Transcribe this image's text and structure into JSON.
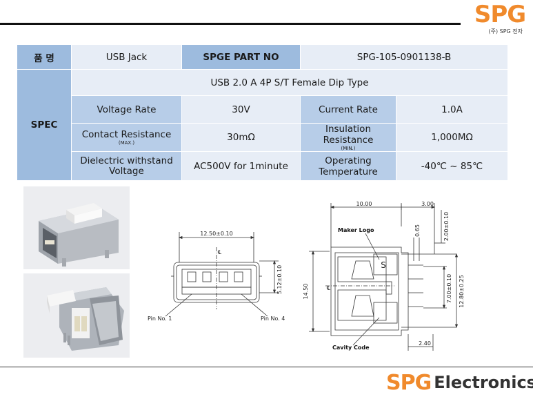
{
  "brand": {
    "logo_mark": "SPG",
    "logo_sub": "(주) SPG 전자",
    "footer_word": "Electronics"
  },
  "spec_table": {
    "product_label": "품   명",
    "product_value": "USB Jack",
    "part_no_label": "SPGE PART NO",
    "part_no_value": "SPG-105-0901138-B",
    "spec_label": "SPEC",
    "type_desc": "USB 2.0 A 4P S/T Female Dip Type",
    "rows": [
      {
        "l1": "Voltage Rate",
        "s1": "",
        "v1": "30V",
        "l2": "Current Rate",
        "s2": "",
        "v2": "1.0A"
      },
      {
        "l1": "Contact Resistance",
        "s1": "(MAX.)",
        "v1": "30mΩ",
        "l2": "Insulation Resistance",
        "s2": "(MIN.)",
        "v2": "1,000MΩ"
      },
      {
        "l1": "Dielectric withstand Voltage",
        "s1": "",
        "v1": "AC500V for 1minute",
        "l2": "Operating Temperature",
        "s2": "",
        "v2": "-40℃ ~ 85℃"
      }
    ]
  },
  "front_drawing": {
    "width_dim": "12.50±0.10",
    "height_dim": "5.12±0.10",
    "pin1_label": "Pin No. 1",
    "pin4_label": "Pin No. 4",
    "center_mark": "℄"
  },
  "side_drawing": {
    "dim_top_a": "10.00",
    "dim_top_b": "3.00",
    "dim_v_a": "0.65",
    "dim_v_b": "2.00±0.10",
    "dim_v_c": "7.00±0.10",
    "dim_v_d": "12.80±0.25",
    "dim_left": "14.50",
    "dim_bottom": "2.40",
    "maker_logo_label": "Maker Logo",
    "cavity_code_label": "Cavity Code",
    "logo_glyph": "S",
    "center_mark": "℄"
  },
  "colors": {
    "brand_orange": "#f08a2c",
    "header_blue": "#9dbbde",
    "label_blue": "#b7cde8",
    "value_bg": "#e7edf6"
  }
}
